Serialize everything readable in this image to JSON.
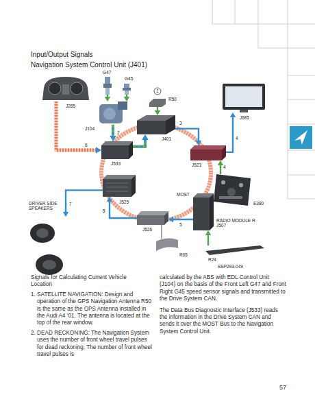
{
  "diagram": {
    "title": "Input/Output Signals",
    "nodes": [
      {
        "text": [
          "J285"
        ]
      },
      {
        "text": [
          "G47"
        ]
      },
      {
        "text": [
          "G45"
        ]
      },
      {
        "text": [
          "J104"
        ]
      },
      {
        "text": [
          "R50"
        ]
      },
      {
        "text": [
          "J401"
        ]
      },
      {
        "text": [
          "J685"
        ]
      },
      {
        "text": [
          "J533"
        ]
      },
      {
        "text": [
          "J523"
        ]
      },
      {
        "text": [
          "E380"
        ]
      },
      {
        "text": [
          "J525"
        ]
      },
      {
        "text": [
          "DRIVER SIDE SPEAKERS"
        ]
      },
      {
        "text": [
          "J526"
        ]
      },
      {
        "text": [
          "R65"
        ]
      },
      {
        "text": [
          "RADIO MODULE R J507"
        ]
      },
      {
        "text": [
          "R24"
        ]
      }
    ],
    "edges": [
      {
        "from": 1,
        "to": 3,
        "arrow": "to"
      },
      {
        "from": 2,
        "to": 3,
        "arrow": "to"
      },
      {
        "from": 4,
        "to": 5,
        "arrow": "to"
      },
      {
        "from": 3,
        "to": 7,
        "arrow": "to"
      },
      {
        "from": 0,
        "to": 7,
        "arrow": "to"
      },
      {
        "from": 7,
        "to": 5,
        "arrow": "to"
      },
      {
        "from": 5,
        "to": 8,
        "arrow": "to"
      },
      {
        "from": 8,
        "to": 6,
        "arrow": "to"
      },
      {
        "from": 9,
        "to": 8,
        "arrow": "to"
      },
      {
        "from": 10,
        "to": 11,
        "arrow": "to"
      },
      {
        "from": 12,
        "to": 10,
        "arrow": "to"
      },
      {
        "from": 14,
        "to": 12,
        "arrow": "to"
      },
      {
        "from": 15,
        "to": 14,
        "arrow": "to"
      },
      {
        "from": 13,
        "to": 12,
        "arrow": "none"
      }
    ],
    "labels": [
      "Navigation System Control Unit (J401)",
      "1",
      "2",
      "3",
      "4",
      "4",
      "5",
      "6",
      "7",
      "8",
      "MOST",
      "SSP293-049",
      "Signals for Calculating Current Vehicle Location",
      "1. SATELLITE NAVIGATION: Design and operation of the GPS Navigation Antenna R50 is the same as the GPS Antenna installed in the Audi A4 ’01. The antenna is located at the top of the rear window.",
      "2. DEAD RECKONING: The Navigation System uses the number of front wheel travel pulses for dead reckoning. The number of front wheel travel pulses is",
      "calculated by the ABS with EDL Control Unit (J104) on the basis of the Front Left G47 and Front Right G45 speed sensor signals and transmitted to the Drive System CAN.",
      "The Data Bus Diagnostic Interface (J533) reads the information in the Drive System CAN and sends it over the MOST Bus to the Navigation System Control Unit.",
      "57"
    ]
  }
}
